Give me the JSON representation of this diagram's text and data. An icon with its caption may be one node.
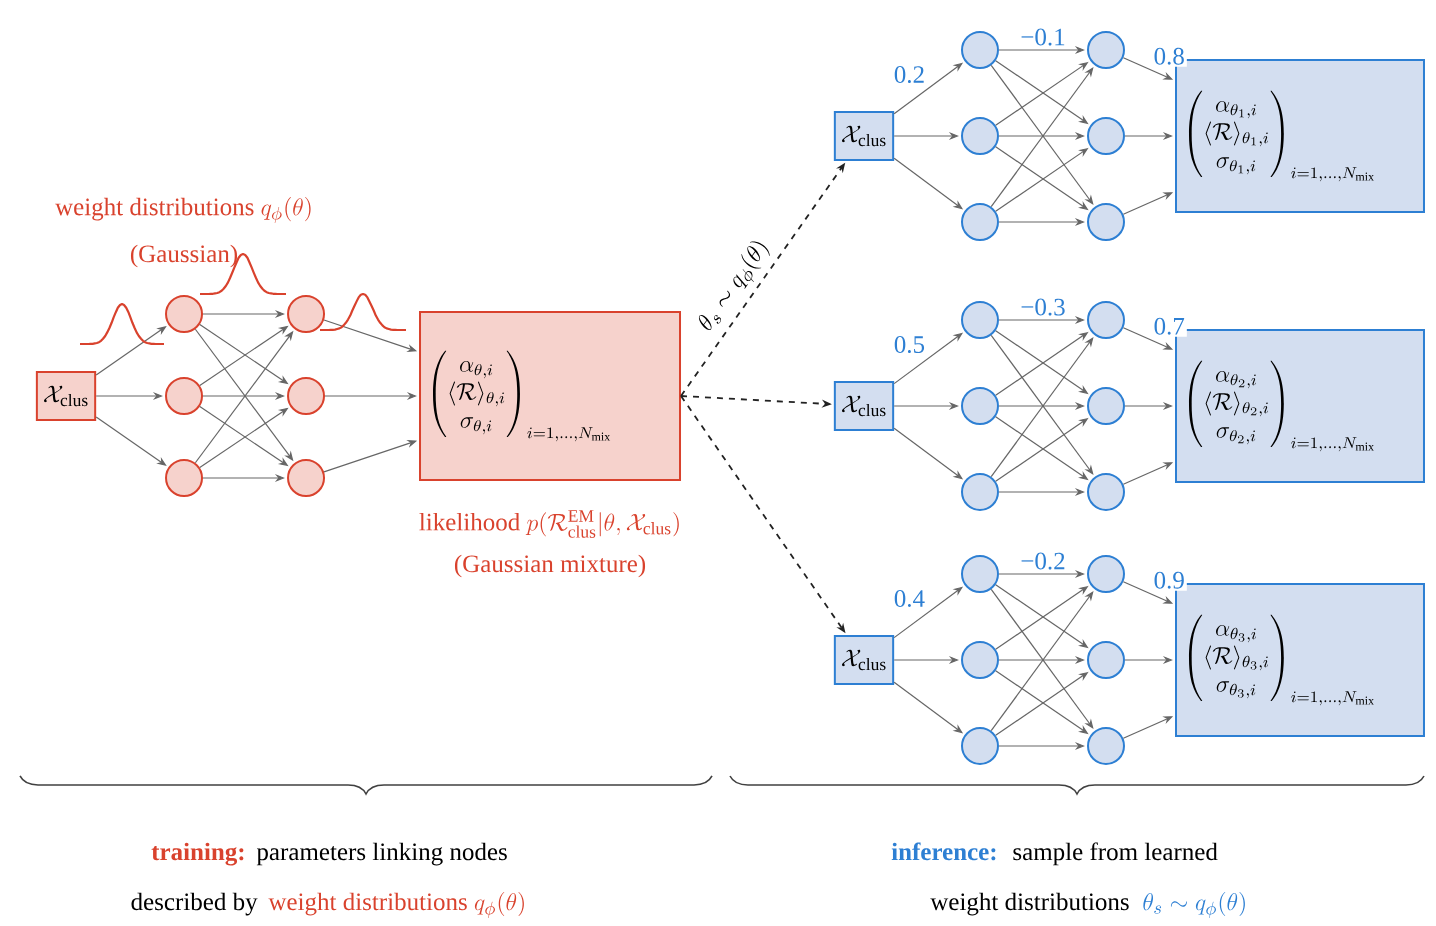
{
  "diagram": {
    "nodes": [
      {
        "text": [
          "\\mathcal{X}_\\mathrm{clus}"
        ]
      },
      {
        "text": [],
        "shape": "circle"
      },
      {
        "text": [],
        "shape": "circle"
      },
      {
        "text": [],
        "shape": "circle"
      },
      {
        "text": [],
        "shape": "circle"
      },
      {
        "text": [],
        "shape": "circle"
      },
      {
        "text": [],
        "shape": "circle"
      },
      {
        "text": [
          "\\begin{pmatrix}\\alpha_{\\theta,i}\\\\ \\langle\\mathcal{R}\\rangle_{\\theta,i}\\\\ \\sigma_{\\theta,i}\\end{pmatrix}_{i=1,\\ldots,N_\\mathrm{mix}}"
        ],
        "beside": [
          "\\text{likelihood } p(\\mathcal{R}^\\mathrm{EM}_\\mathrm{clus}|\\theta,\\mathcal{X}_\\mathrm{clus})",
          "(Gaussian mixture)"
        ]
      },
      {
        "text": [
          "\\mathcal{X}_\\mathrm{clus}"
        ]
      },
      {
        "text": [],
        "shape": "circle"
      },
      {
        "text": [],
        "shape": "circle"
      },
      {
        "text": [],
        "shape": "circle"
      },
      {
        "text": [],
        "shape": "circle"
      },
      {
        "text": [],
        "shape": "circle"
      },
      {
        "text": [],
        "shape": "circle"
      },
      {
        "text": [
          "\\begin{pmatrix}\\alpha_{\\theta_1,i}\\\\ \\langle\\mathcal{R}\\rangle_{\\theta_1,i}\\\\ \\sigma_{\\theta_1,i}\\end{pmatrix}_{i=1,\\ldots,N_\\mathrm{mix}}"
        ]
      },
      {
        "text": [
          "\\mathcal{X}_\\mathrm{clus}"
        ]
      },
      {
        "text": [],
        "shape": "circle"
      },
      {
        "text": [],
        "shape": "circle"
      },
      {
        "text": [],
        "shape": "circle"
      },
      {
        "text": [],
        "shape": "circle"
      },
      {
        "text": [],
        "shape": "circle"
      },
      {
        "text": [],
        "shape": "circle"
      },
      {
        "text": [
          "\\begin{pmatrix}\\alpha_{\\theta_2,i}\\\\ \\langle\\mathcal{R}\\rangle_{\\theta_2,i}\\\\ \\sigma_{\\theta_2,i}\\end{pmatrix}_{i=1,\\ldots,N_\\mathrm{mix}}"
        ]
      },
      {
        "text": [
          "\\mathcal{X}_\\mathrm{clus}"
        ]
      },
      {
        "text": [],
        "shape": "circle"
      },
      {
        "text": [],
        "shape": "circle"
      },
      {
        "text": [],
        "shape": "circle"
      },
      {
        "text": [],
        "shape": "circle"
      },
      {
        "text": [],
        "shape": "circle"
      },
      {
        "text": [],
        "shape": "circle"
      },
      {
        "text": [
          "\\begin{pmatrix}\\alpha_{\\theta_3,i}\\\\ \\langle\\mathcal{R}\\rangle_{\\theta_3,i}\\\\ \\sigma_{\\theta_3,i}\\end{pmatrix}_{i=1,\\ldots,N_\\mathrm{mix}}"
        ]
      }
    ],
    "edges": [
      {
        "from": 0,
        "to": 1,
        "arrow": "to"
      },
      {
        "from": 0,
        "to": 2,
        "arrow": "to"
      },
      {
        "from": 0,
        "to": 3,
        "arrow": "to"
      },
      {
        "from": 1,
        "to": 4,
        "arrow": "to"
      },
      {
        "from": 1,
        "to": 5,
        "arrow": "to"
      },
      {
        "from": 1,
        "to": 6,
        "arrow": "to"
      },
      {
        "from": 2,
        "to": 4,
        "arrow": "to"
      },
      {
        "from": 2,
        "to": 5,
        "arrow": "to"
      },
      {
        "from": 2,
        "to": 6,
        "arrow": "to"
      },
      {
        "from": 3,
        "to": 4,
        "arrow": "to"
      },
      {
        "from": 3,
        "to": 5,
        "arrow": "to"
      },
      {
        "from": 3,
        "to": 6,
        "arrow": "to"
      },
      {
        "from": 4,
        "to": 7,
        "arrow": "to"
      },
      {
        "from": 5,
        "to": 7,
        "arrow": "to"
      },
      {
        "from": 6,
        "to": 7,
        "arrow": "to"
      },
      {
        "from": 7,
        "to": 8,
        "arrow": "to",
        "style": "dashed",
        "color": "#222222",
        "label": "\\theta_s \\sim q_\\phi(\\theta)"
      },
      {
        "from": 7,
        "to": 16,
        "arrow": "to",
        "style": "dashed",
        "color": "#222222"
      },
      {
        "from": 7,
        "to": 24,
        "arrow": "to",
        "style": "dashed",
        "color": "#222222"
      },
      {
        "from": 8,
        "to": 9,
        "arrow": "to",
        "label": "0.2"
      },
      {
        "from": 8,
        "to": 10,
        "arrow": "to"
      },
      {
        "from": 8,
        "to": 11,
        "arrow": "to"
      },
      {
        "from": 9,
        "to": 12,
        "arrow": "to",
        "label": "−0.1"
      },
      {
        "from": 9,
        "to": 13,
        "arrow": "to"
      },
      {
        "from": 9,
        "to": 14,
        "arrow": "to"
      },
      {
        "from": 10,
        "to": 12,
        "arrow": "to"
      },
      {
        "from": 10,
        "to": 13,
        "arrow": "to"
      },
      {
        "from": 10,
        "to": 14,
        "arrow": "to"
      },
      {
        "from": 11,
        "to": 12,
        "arrow": "to"
      },
      {
        "from": 11,
        "to": 13,
        "arrow": "to"
      },
      {
        "from": 11,
        "to": 14,
        "arrow": "to"
      },
      {
        "from": 12,
        "to": 15,
        "arrow": "to",
        "label": "0.8"
      },
      {
        "from": 13,
        "to": 15,
        "arrow": "to"
      },
      {
        "from": 14,
        "to": 15,
        "arrow": "to"
      },
      {
        "from": 16,
        "to": 17,
        "arrow": "to",
        "label": "0.5"
      },
      {
        "from": 16,
        "to": 18,
        "arrow": "to"
      },
      {
        "from": 16,
        "to": 19,
        "arrow": "to"
      },
      {
        "from": 17,
        "to": 20,
        "arrow": "to",
        "label": "−0.3"
      },
      {
        "from": 17,
        "to": 21,
        "arrow": "to"
      },
      {
        "from": 17,
        "to": 22,
        "arrow": "to"
      },
      {
        "from": 18,
        "to": 20,
        "arrow": "to"
      },
      {
        "from": 18,
        "to": 21,
        "arrow": "to"
      },
      {
        "from": 18,
        "to": 22,
        "arrow": "to"
      },
      {
        "from": 19,
        "to": 20,
        "arrow": "to"
      },
      {
        "from": 19,
        "to": 21,
        "arrow": "to"
      },
      {
        "from": 19,
        "to": 22,
        "arrow": "to"
      },
      {
        "from": 20,
        "to": 23,
        "arrow": "to",
        "label": "0.7"
      },
      {
        "from": 21,
        "to": 23,
        "arrow": "to"
      },
      {
        "from": 22,
        "to": 23,
        "arrow": "to"
      },
      {
        "from": 24,
        "to": 25,
        "arrow": "to",
        "label": "0.4"
      },
      {
        "from": 24,
        "to": 26,
        "arrow": "to"
      },
      {
        "from": 24,
        "to": 27,
        "arrow": "to"
      },
      {
        "from": 25,
        "to": 28,
        "arrow": "to",
        "label": "−0.2"
      },
      {
        "from": 25,
        "to": 29,
        "arrow": "to"
      },
      {
        "from": 25,
        "to": 30,
        "arrow": "to"
      },
      {
        "from": 26,
        "to": 28,
        "arrow": "to"
      },
      {
        "from": 26,
        "to": 29,
        "arrow": "to"
      },
      {
        "from": 26,
        "to": 30,
        "arrow": "to"
      },
      {
        "from": 27,
        "to": 28,
        "arrow": "to"
      },
      {
        "from": 27,
        "to": 29,
        "arrow": "to"
      },
      {
        "from": 27,
        "to": 30,
        "arrow": "to"
      },
      {
        "from": 28,
        "to": 31,
        "arrow": "to",
        "label": "0.9"
      },
      {
        "from": 29,
        "to": 31,
        "arrow": "to"
      },
      {
        "from": 30,
        "to": 31,
        "arrow": "to"
      }
    ],
    "labels": [
      "\\text{weight distributions } q_\\phi(\\theta)",
      "(Gaussian)",
      "training:",
      "parameters linking nodes",
      "described by",
      "\\text{weight distributions } q_\\phi(\\theta)",
      "inference:",
      "sample from learned",
      "weight distributions",
      "\\theta_s \\sim q_\\phi(\\theta)"
    ]
  }
}
